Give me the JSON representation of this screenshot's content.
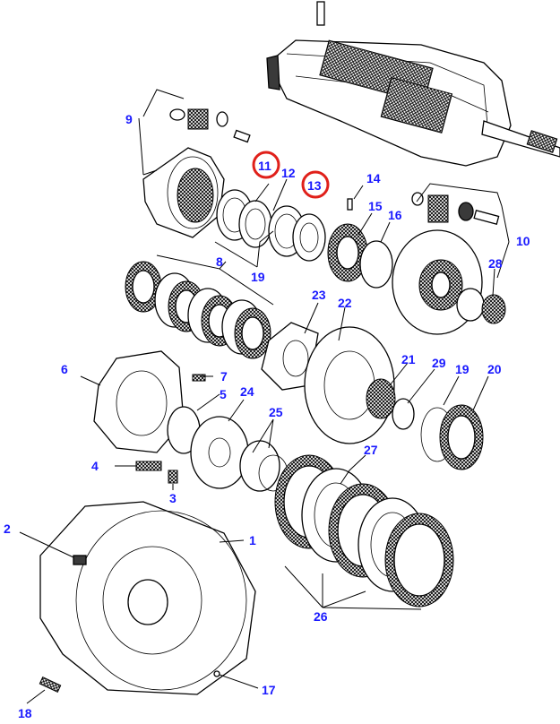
{
  "diagram": {
    "callouts": [
      {
        "id": "1",
        "text": "1"
      },
      {
        "id": "2",
        "text": "2"
      },
      {
        "id": "3",
        "text": "3"
      },
      {
        "id": "4",
        "text": "4"
      },
      {
        "id": "5",
        "text": "5"
      },
      {
        "id": "6",
        "text": "6"
      },
      {
        "id": "7",
        "text": "7"
      },
      {
        "id": "8",
        "text": "8"
      },
      {
        "id": "9",
        "text": "9"
      },
      {
        "id": "10",
        "text": "10"
      },
      {
        "id": "11",
        "text": "11",
        "highlighted": true
      },
      {
        "id": "12",
        "text": "12"
      },
      {
        "id": "13",
        "text": "13",
        "highlighted": true
      },
      {
        "id": "14",
        "text": "14"
      },
      {
        "id": "15",
        "text": "15"
      },
      {
        "id": "16",
        "text": "16"
      },
      {
        "id": "17",
        "text": "17"
      },
      {
        "id": "18",
        "text": "18"
      },
      {
        "id": "19a",
        "text": "19"
      },
      {
        "id": "19b",
        "text": "19"
      },
      {
        "id": "20",
        "text": "20"
      },
      {
        "id": "21",
        "text": "21"
      },
      {
        "id": "22",
        "text": "22"
      },
      {
        "id": "23",
        "text": "23"
      },
      {
        "id": "24",
        "text": "24"
      },
      {
        "id": "25",
        "text": "25"
      },
      {
        "id": "26",
        "text": "26"
      },
      {
        "id": "27",
        "text": "27"
      },
      {
        "id": "28",
        "text": "28"
      },
      {
        "id": "29",
        "text": "29"
      }
    ],
    "colors": {
      "callout": "#1a1aff",
      "highlight": "#e0201a",
      "line": "#000000"
    }
  }
}
